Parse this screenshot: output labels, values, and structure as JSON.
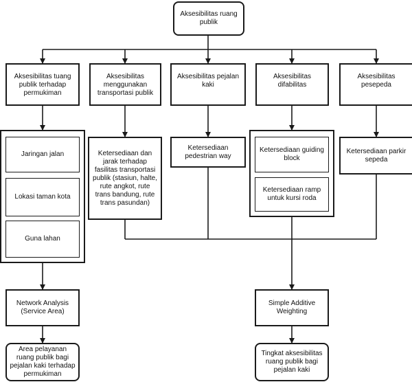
{
  "diagram": {
    "root": "Aksesibilitas ruang publik",
    "categories": [
      "Aksesibilitas tuang publik terhadap permukiman",
      "Aksesibilitas menggunakan transportasi publik",
      "Aksesibilitas pejalan kaki",
      "Aksesibilitas difabilitas",
      "Aksesibilitas pesepeda"
    ],
    "indicators": {
      "permukiman": [
        "Jaringan jalan",
        "Lokasi taman kota",
        "Guna lahan"
      ],
      "transportasi": "Ketersediaan dan jarak terhadap fasilitas transportasi publik (stasiun, halte, rute angkot, rute trans bandung, rute trans pasundan)",
      "pejalan_kaki": "Ketersediaan pedestrian way",
      "difabilitas": [
        "Ketersediaan guiding block",
        "Ketersediaan ramp untuk kursi roda"
      ],
      "pesepeda": "Ketersediaan parkir sepeda"
    },
    "methods": {
      "network": "Network Analysis (Service Area)",
      "saw": "Simple Additive Weighting"
    },
    "outputs": {
      "network": "Area pelayanan ruang publik bagi pejalan kaki terhadap permukiman",
      "saw": "Tingkat aksesibilitas ruang publik bagi pejalan kaki"
    }
  }
}
